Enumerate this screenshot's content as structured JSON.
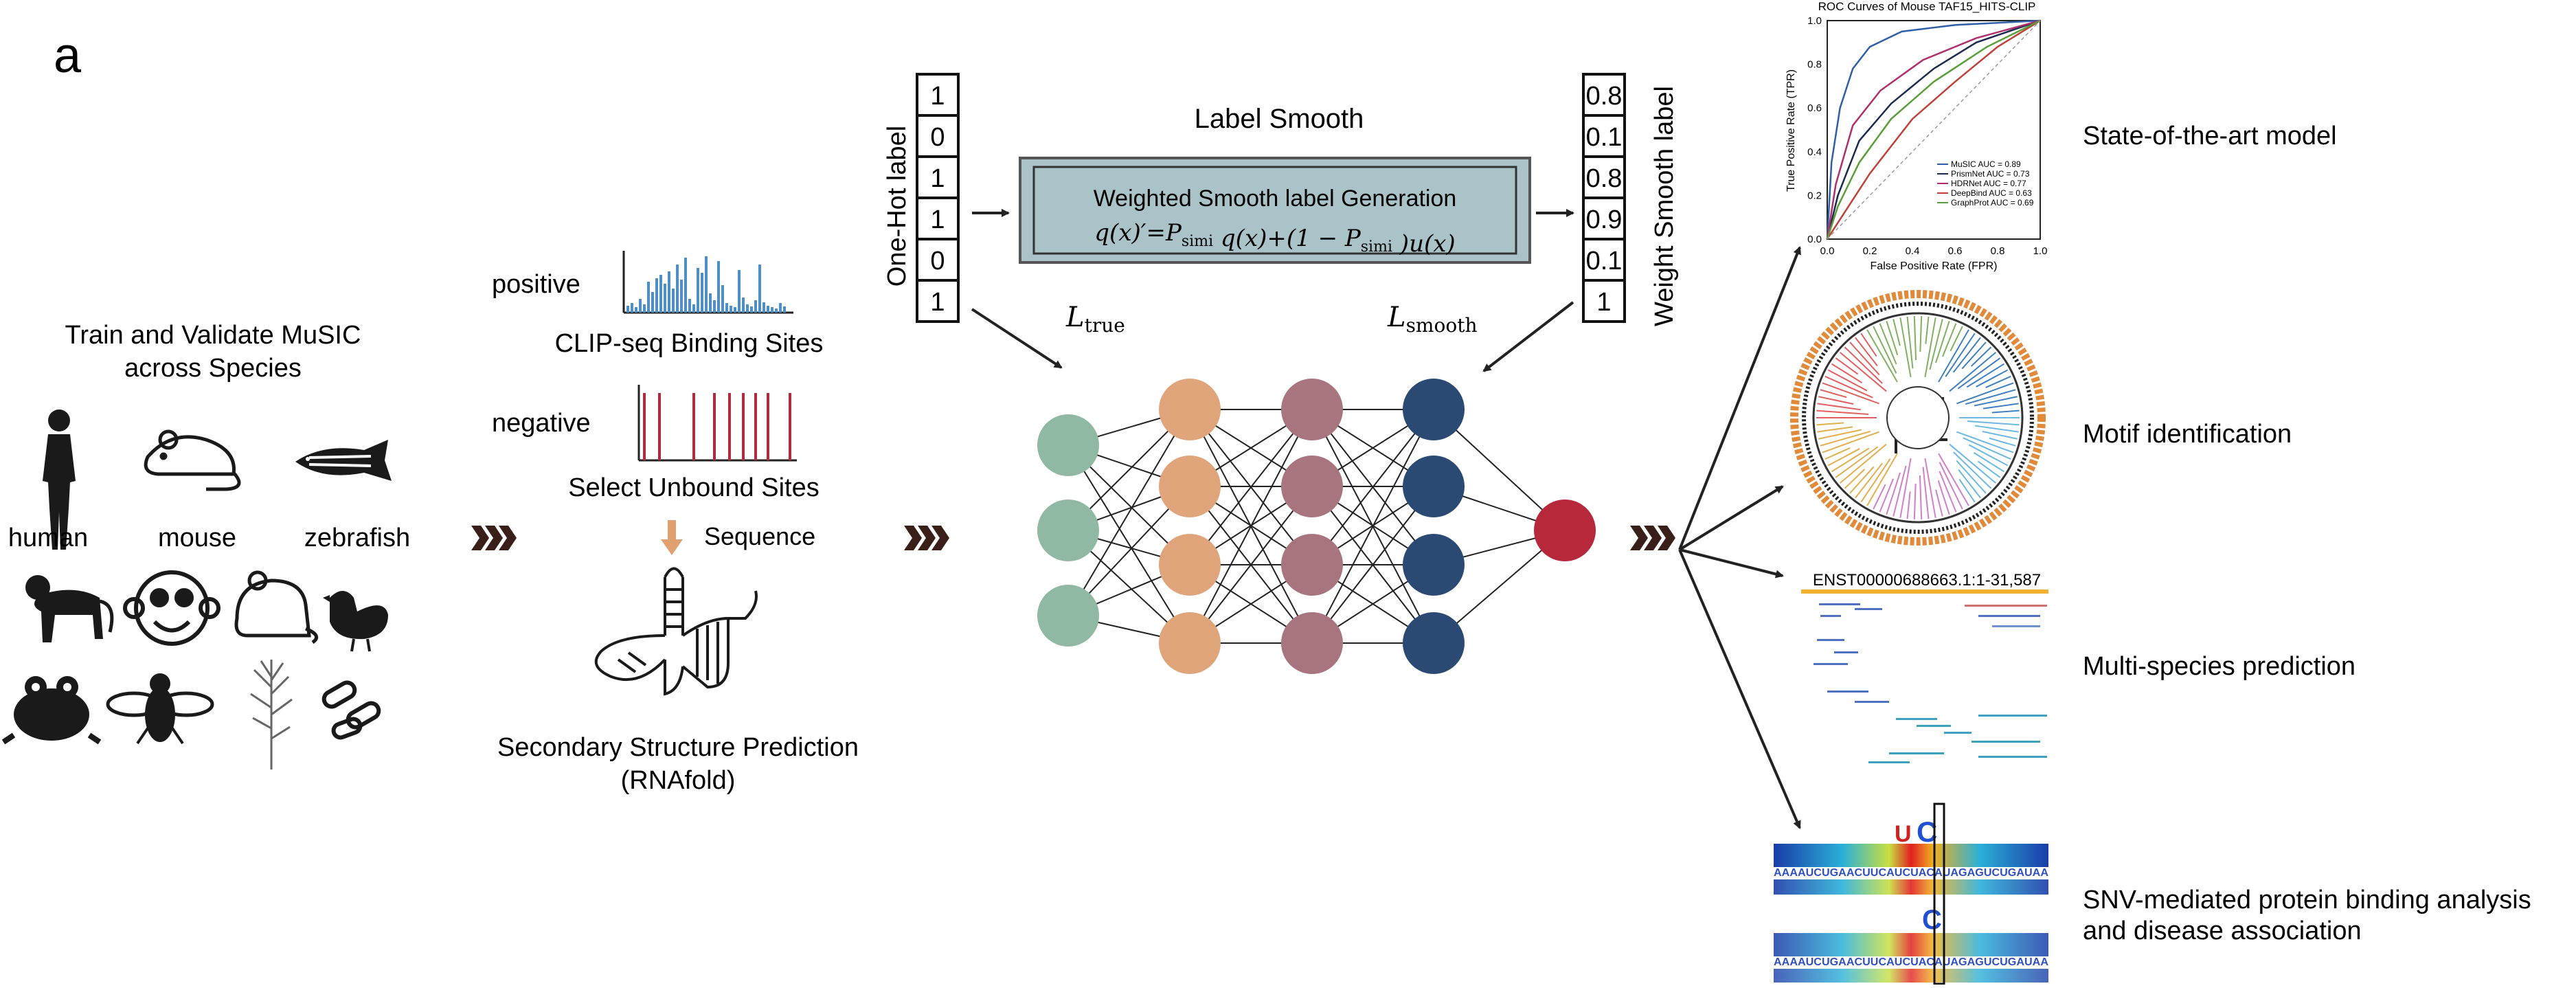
{
  "panel_label": "a",
  "left": {
    "title_line1": "Train and Validate MuSIC",
    "title_line2": "across Species",
    "species_labels": [
      "human",
      "mouse",
      "zebrafish"
    ],
    "icons": [
      "human-icon",
      "mouse-icon",
      "zebrafish-icon",
      "monkey-icon",
      "macaque-face-icon",
      "rat-icon",
      "chicken-icon",
      "frog-icon",
      "fly-icon",
      "plant-icon",
      "bacteria-icon"
    ]
  },
  "data_prep": {
    "positive_label": "positive",
    "clip_caption": "CLIP-seq Binding Sites",
    "negative_label": "negative",
    "unbound_caption": "Select Unbound Sites",
    "sequence_label": "Sequence",
    "structure_caption_line1": "Secondary Structure Prediction",
    "structure_caption_line2": "(RNAfold)"
  },
  "label_smooth": {
    "title": "Label Smooth",
    "box_title": "Weighted Smooth label Generation",
    "formula": "q(x)′=Psimi q(x)+(1 − Psimi )u(x)",
    "onehot_axis_label": "One-Hot label",
    "onehot_values": [
      "1",
      "0",
      "1",
      "1",
      "0",
      "1"
    ],
    "smooth_axis_label": "Weight Smooth label",
    "smooth_values": [
      "0.8",
      "0.1",
      "0.8",
      "0.9",
      "0.1",
      "1"
    ],
    "loss_true": "L",
    "loss_true_sub": "true",
    "loss_smooth": "L",
    "loss_smooth_sub": "smooth"
  },
  "network": {
    "layer_colors": [
      "#8fb9a3",
      "#e0a47a",
      "#a8757f",
      "#2a4a74",
      "#b8283b"
    ]
  },
  "outputs": {
    "roc": {
      "title": "ROC Curves of Mouse TAF15_HITS-CLIP",
      "xlabel": "False Positive Rate (FPR)",
      "ylabel": "True Positive Rate (TPR)",
      "ticks": [
        "0.0",
        "0.2",
        "0.4",
        "0.6",
        "0.8",
        "1.0"
      ],
      "legend": [
        {
          "label": "MuSIC AUC = 0.89",
          "color": "#2f5fa8"
        },
        {
          "label": "PrismNet AUC = 0.73",
          "color": "#1b2b4f"
        },
        {
          "label": "HDRNet AUC = 0.77",
          "color": "#b0306e"
        },
        {
          "label": "DeepBind AUC = 0.63",
          "color": "#c0403a"
        },
        {
          "label": "GraphProt AUC = 0.69",
          "color": "#5a9e3a"
        }
      ]
    },
    "labels": [
      "State-of-the-art model",
      "Motif identification",
      "Multi-species prediction",
      "SNV-mediated protein binding analysis",
      "and disease association"
    ],
    "genome_track_label": "ENST00000688663.1:1-31,587",
    "heatmap_sequence": "AAAAUCUGAACUUCAUCUACAUAGAGUCUGAUAA"
  },
  "colors": {
    "box_fill": "#a9c3c8",
    "positive_bars": "#4f8fc8",
    "negative_bars": "#b22a3e",
    "arrow_fill": "#3a1f18"
  }
}
